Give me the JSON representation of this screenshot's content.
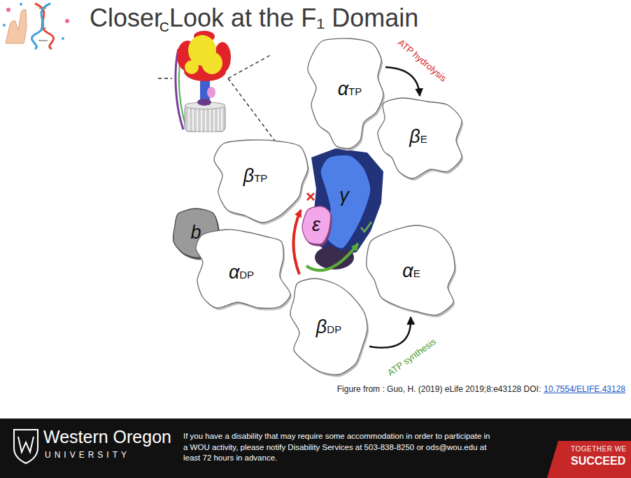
{
  "diagram": {
    "title": "Closer Look at the F₁ Domain",
    "nodes": [
      {
        "text": [
          "αTP"
        ]
      },
      {
        "text": [
          "βE"
        ]
      },
      {
        "text": [
          "βTP"
        ]
      },
      {
        "text": [
          "γ"
        ]
      },
      {
        "text": [
          "b"
        ]
      },
      {
        "text": [
          "ε"
        ]
      },
      {
        "text": [
          "αDP"
        ]
      },
      {
        "text": [
          "αE"
        ]
      },
      {
        "text": [
          "βDP"
        ]
      }
    ],
    "edges": [
      {
        "from": 0,
        "to": 1,
        "arrow": "to",
        "label": "ATP hydrolysis"
      },
      {
        "from": 8,
        "to": 7,
        "arrow": "to",
        "label": "ATP synthesis"
      }
    ],
    "labels": [
      "C",
      "Figure from : Guo, H. (2019) eLife 2019;8:e43128 DOI:",
      "10.7554/ELIFE.43128",
      "Western Oregon",
      "UNIVERSITY",
      "If you have a disability that may require some accommodation in order to participate in a WOU activity, please notify Disability Services at 503-838-8250 or ods@wou.edu at least 72 hours in advance.",
      "TOGETHER WE",
      "SUCCEED"
    ]
  }
}
